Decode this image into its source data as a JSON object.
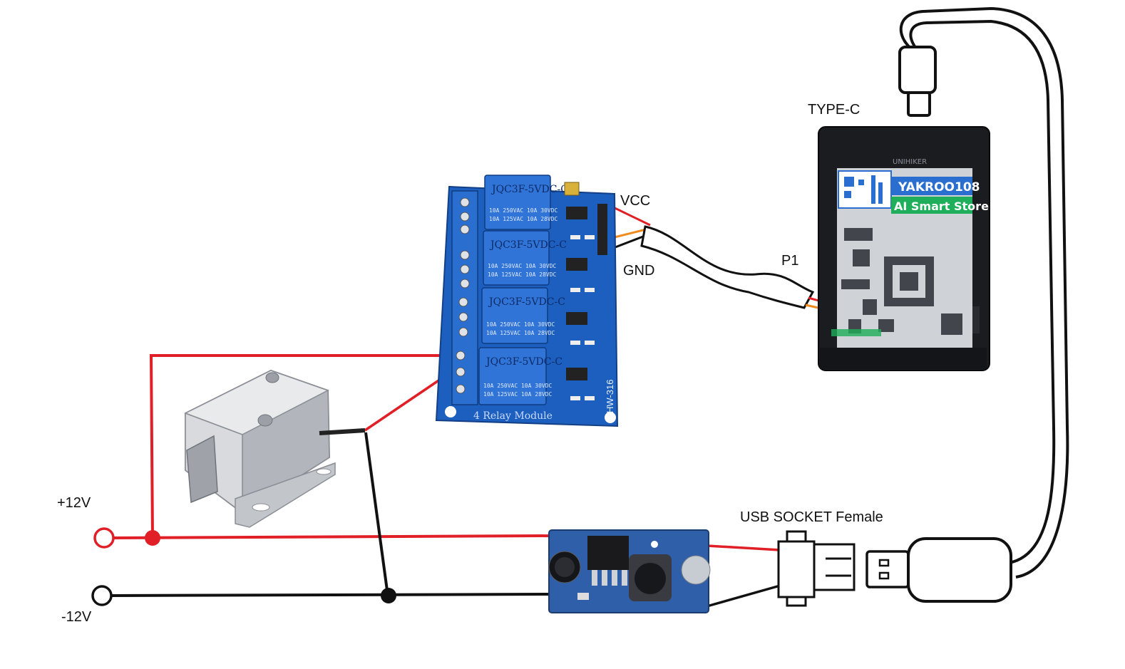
{
  "labels": {
    "plus12v": "+12V",
    "minus12v": "-12V",
    "vcc": "VCC",
    "gnd": "GND",
    "p1": "P1",
    "type_c": "TYPE-C",
    "usb_socket": "USB SOCKET Female"
  },
  "relay_module": {
    "title": "4 Relay Module",
    "relay_model": "JQC3F-5VDC-C",
    "rating_line1": "10A 250VAC 10A 30VDC",
    "rating_line2": "10A 125VAC 10A 28VDC",
    "board_id": "HW-316"
  },
  "unihiker": {
    "brand": "UNIHIKER",
    "screen_title": "YAKROO108",
    "screen_subtitle": "AI Smart Store"
  },
  "colors": {
    "positive_wire": "#e01f26",
    "negative_wire": "#111111",
    "signal_wire": "#f08a1a",
    "relay_board": "#1d5fbf",
    "relay_block": "#2f74d6",
    "screen_banner": "#1fae5a"
  },
  "icons": {
    "lock": "solenoid-lock-icon",
    "usb_plug": "usb-a-plug-icon",
    "type_c_plug": "usb-c-plug-icon"
  }
}
